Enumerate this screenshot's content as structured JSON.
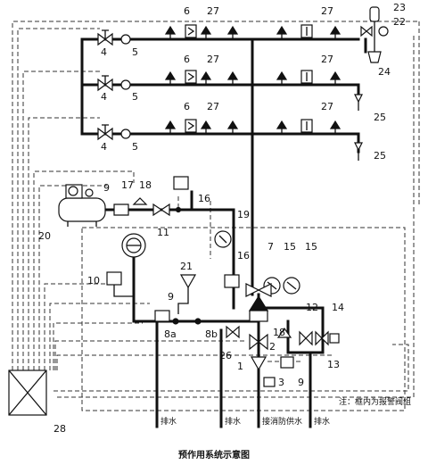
{
  "labels": {
    "n2": "2",
    "n3": "3",
    "n4": "4",
    "n5": "5",
    "n6": "6",
    "n7": "7",
    "n8a": "8a",
    "n8b": "8b",
    "n9": "9",
    "n10": "10",
    "n11": "11",
    "n12": "12",
    "n13": "13",
    "n14": "14",
    "n15": "15",
    "n16": "16",
    "n17": "17",
    "n18": "18",
    "n19": "19",
    "n20": "20",
    "n21": "21",
    "n22": "22",
    "n23": "23",
    "n24": "24",
    "n25": "25",
    "n26": "26",
    "n27": "27",
    "n28": "28",
    "n1": "1"
  },
  "bottom_labels": {
    "drain1": "排水",
    "drain2": "排水",
    "fire_supply": "接消防供水",
    "drain3": "排水"
  },
  "note": "注：框内为报警阀组",
  "caption": "预作用系统示意图"
}
